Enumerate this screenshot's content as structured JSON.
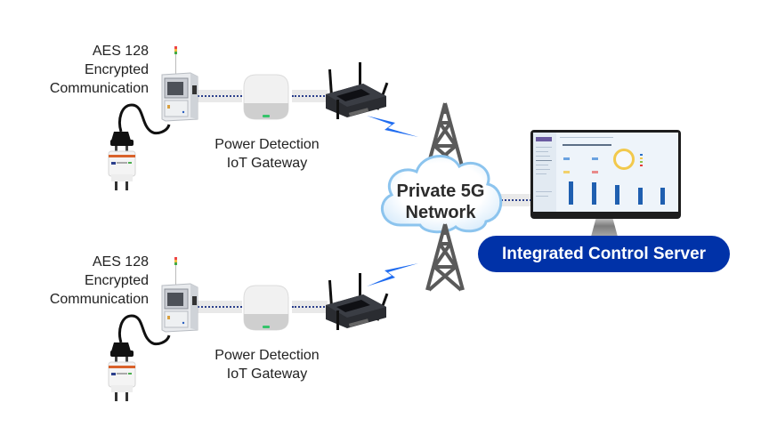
{
  "diagram": {
    "type": "network-architecture",
    "colors": {
      "server_pill": "#0032a8",
      "wireless_bolt": "#1f6cf0",
      "cloud_border": "#8cc4ee",
      "rail": "#e9e9e9",
      "rail_dots": "#2b3f8c",
      "tower": "#5a5a5a"
    },
    "sites": [
      {
        "encryption_label_lines": [
          "AES 128",
          "Encrypted",
          "Communication"
        ],
        "gateway_label_lines": [
          "Power Detection",
          "IoT Gateway"
        ],
        "devices": [
          "power-plug-sensor",
          "industrial-machine",
          "iot-gateway",
          "lte-router"
        ]
      },
      {
        "encryption_label_lines": [
          "AES 128",
          "Encrypted",
          "Communication"
        ],
        "gateway_label_lines": [
          "Power Detection",
          "IoT Gateway"
        ],
        "devices": [
          "power-plug-sensor",
          "industrial-machine",
          "iot-gateway",
          "lte-router"
        ]
      }
    ],
    "network": {
      "label_lines": [
        "Private 5G",
        "Network"
      ],
      "icons": [
        "cell-tower-icon",
        "cloud-icon",
        "lightning-bolt-icon"
      ]
    },
    "server": {
      "label": "Integrated Control Server",
      "screen": "dashboard-monitor"
    },
    "edges": [
      {
        "from": "site-1-machine",
        "to": "site-1-gateway",
        "style": "wired-dotted"
      },
      {
        "from": "site-1-gateway",
        "to": "site-1-router",
        "style": "wired-dotted"
      },
      {
        "from": "site-1-router",
        "to": "private-5g-network",
        "style": "wireless"
      },
      {
        "from": "site-2-machine",
        "to": "site-2-gateway",
        "style": "wired-dotted"
      },
      {
        "from": "site-2-gateway",
        "to": "site-2-router",
        "style": "wired-dotted"
      },
      {
        "from": "site-2-router",
        "to": "private-5g-network",
        "style": "wireless"
      },
      {
        "from": "private-5g-network",
        "to": "integrated-control-server",
        "style": "wired-dotted"
      }
    ]
  }
}
